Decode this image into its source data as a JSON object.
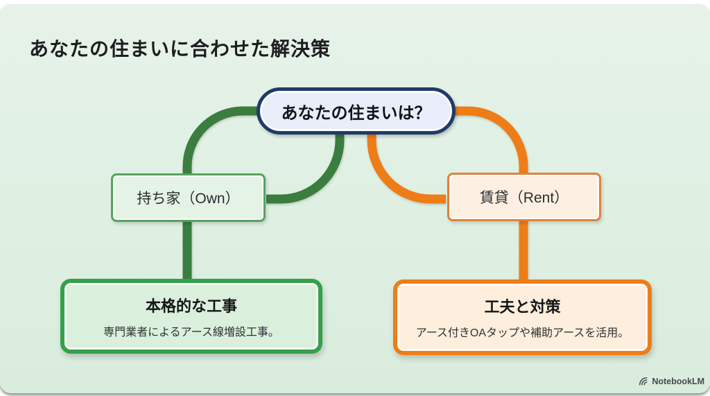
{
  "slide": {
    "title": "あなたの住まいに合わせた解決策",
    "root_node": {
      "label": "あなたの住まいは？"
    },
    "branches": [
      {
        "id": "own",
        "node_label": "持ち家（Own）",
        "result_title": "本格的な工事",
        "result_desc": "専門業者によるアース線増設工事。"
      },
      {
        "id": "rent",
        "node_label": "賃貸（Rent）",
        "result_title": "工夫と対策",
        "result_desc": "アース付きOAタップや補助アースを活用。"
      }
    ],
    "footer": {
      "brand": "NotebookLM"
    },
    "colors": {
      "background_mint": "#ddeee1",
      "branch_green": "#3a7d3f",
      "green_box_border": "#35a04a",
      "green_box_fill": "#daf0dc",
      "branch_orange": "#ee7d18",
      "orange_box_fill": "#fdeedd",
      "root_border_navy": "#203a69",
      "root_fill": "#e9edfa"
    }
  }
}
